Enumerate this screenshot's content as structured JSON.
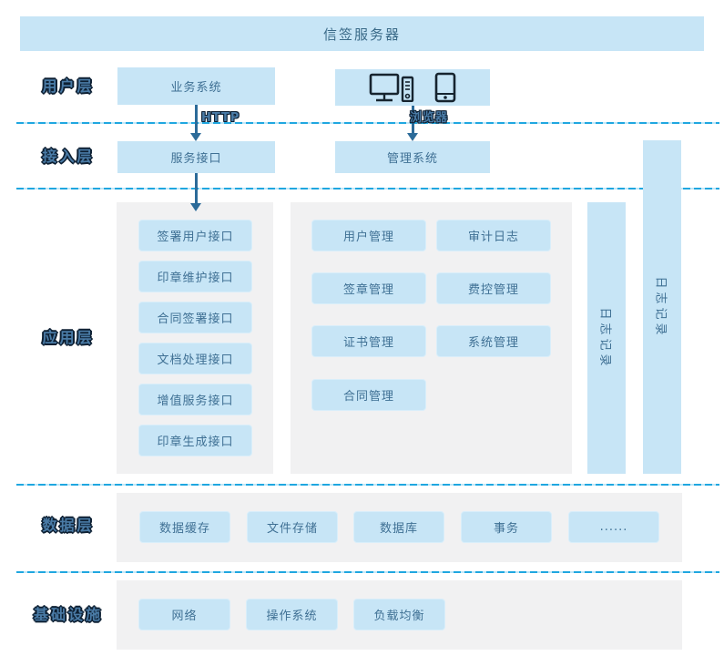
{
  "title": "信签服务器",
  "colors": {
    "box_fill": "#c7e5f6",
    "panel_fill": "#f1f1f2",
    "box_text": "#3f7094",
    "arrow": "#2c6b99",
    "dashed_line": "#1fa7e0",
    "label_fill": "#4a7ba6",
    "label_stroke": "#0e2033"
  },
  "layers": {
    "labels": [
      "用户层",
      "接入层",
      "应用层",
      "数据层",
      "基础设施"
    ]
  },
  "user_layer": {
    "business_system": "业务系统",
    "device_icons": [
      "desktop-icon",
      "smartphone-icon"
    ]
  },
  "flow": {
    "http_label": "HTTP",
    "browser_label": "浏览器"
  },
  "access_layer": {
    "service_interface": "服务接口",
    "management_system": "管理系统"
  },
  "app_layer": {
    "interface_boxes": [
      "签署用户接口",
      "印章维护接口",
      "合同签署接口",
      "文档处理接口",
      "增值服务接口",
      "印章生成接口"
    ],
    "management_boxes": [
      "用户管理",
      "审计日志",
      "签章管理",
      "费控管理",
      "证书管理",
      "系统管理",
      "合同管理"
    ],
    "log_bars": [
      "日志记录",
      "日志记录"
    ]
  },
  "data_layer": {
    "boxes": [
      "数据缓存",
      "文件存储",
      "数据库",
      "事务",
      "......"
    ]
  },
  "infra_layer": {
    "boxes": [
      "网络",
      "操作系统",
      "负载均衡"
    ]
  }
}
